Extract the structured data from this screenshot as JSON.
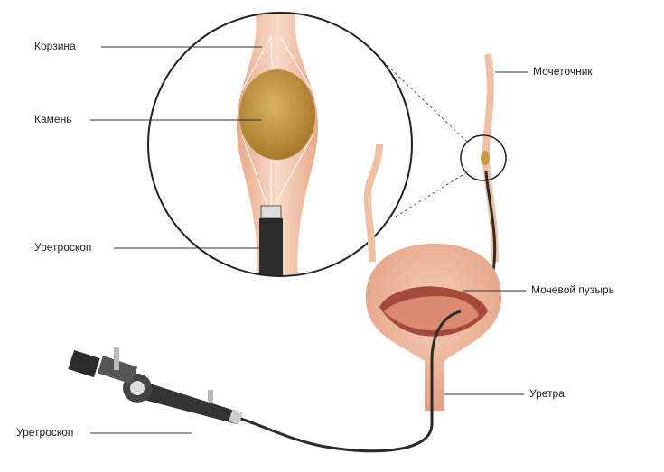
{
  "labels": {
    "basket": "Корзина",
    "stone": "Камень",
    "ureteroscope_zoom": "Уретроскоп",
    "ureter": "Мочеточник",
    "bladder": "Мочевой пузырь",
    "urethra": "Уретра",
    "ureteroscope": "Уретроскоп"
  },
  "colors": {
    "tissue": "#f2c3a6",
    "tissue_dark": "#d88a6e",
    "stone": "#c79a45",
    "scope": "#2b2b2b"
  }
}
